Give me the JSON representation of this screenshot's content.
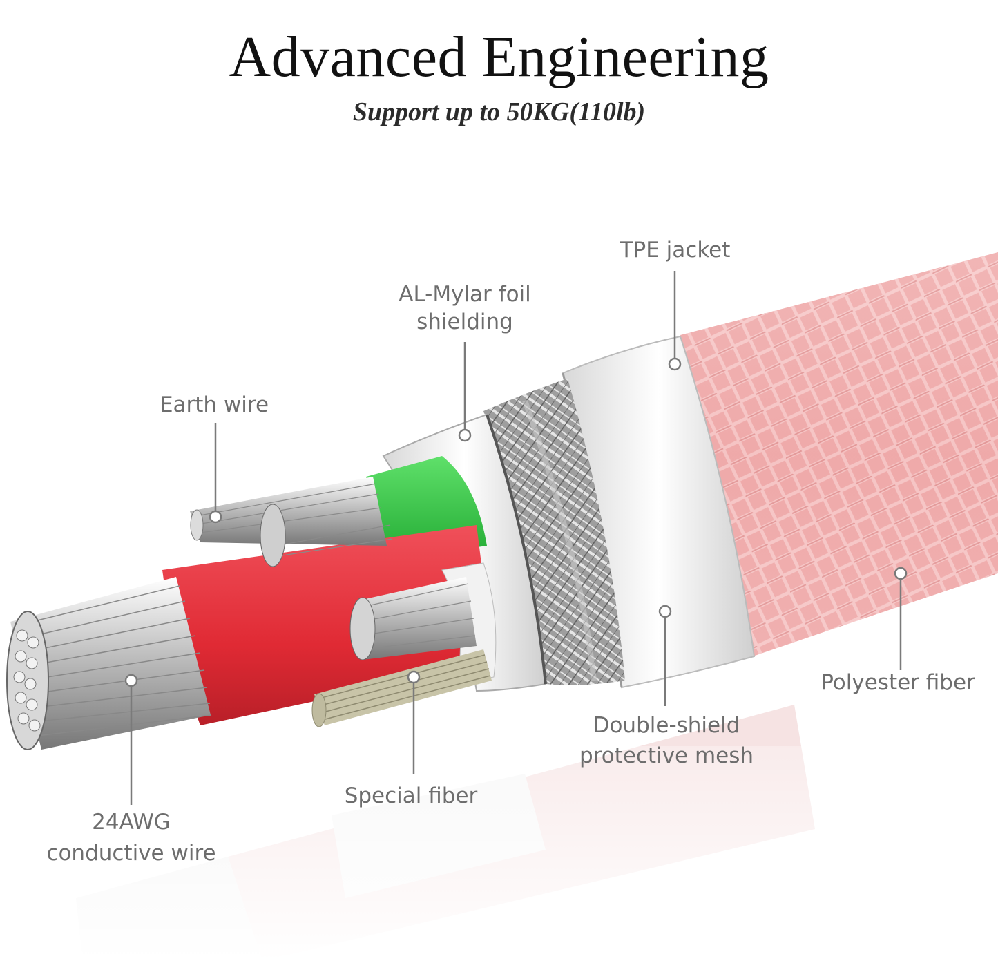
{
  "header": {
    "title": "Advanced Engineering",
    "subtitle": "Support up to 50KG(110lb)"
  },
  "callouts": {
    "tpe_jacket": "TPE jacket",
    "al_mylar_line1": "AL-Mylar foil",
    "al_mylar_line2": "shielding",
    "earth_wire": "Earth wire",
    "polyester_fiber": "Polyester fiber",
    "double_shield_line1": "Double-shield",
    "double_shield_line2": "protective mesh",
    "special_fiber": "Special fiber",
    "awg_line1": "24AWG",
    "awg_line2": "conductive wire"
  },
  "colors": {
    "jacket_pink": "#f2b4b4",
    "conductor_red": "#e8303a",
    "earth_green": "#33cc44",
    "mesh_gray": "#9a9a9a",
    "label_gray": "#6d6d6d"
  }
}
